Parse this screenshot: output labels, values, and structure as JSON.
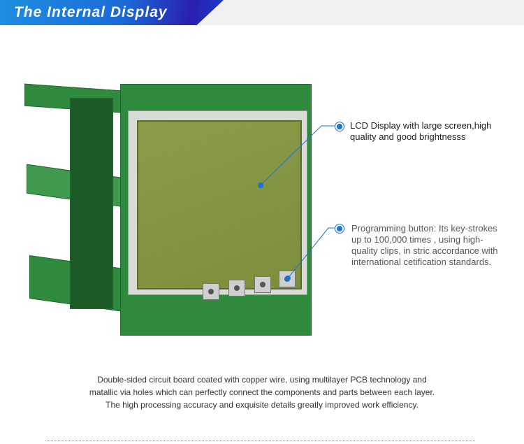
{
  "header": {
    "title": "The Internal Display"
  },
  "callouts": [
    {
      "text": "LCD Display with large screen,high quality and good brightnesss"
    },
    {
      "text": "Programming button:  Its key-strokes up to 100,000 times , using high-quality clips, in stric accordance with international cetification standards."
    }
  ],
  "description": [
    "Double-sided circuit board coated with copper wire, using multilayer PCB technology and",
    "matallic via holes which can perfectly connect the components and parts between each layer.",
    "The high processing accuracy and exquisite details greatly improved work efficiency."
  ],
  "colors": {
    "accent": "#1a73d4",
    "pcb": "#2f8a3e"
  }
}
